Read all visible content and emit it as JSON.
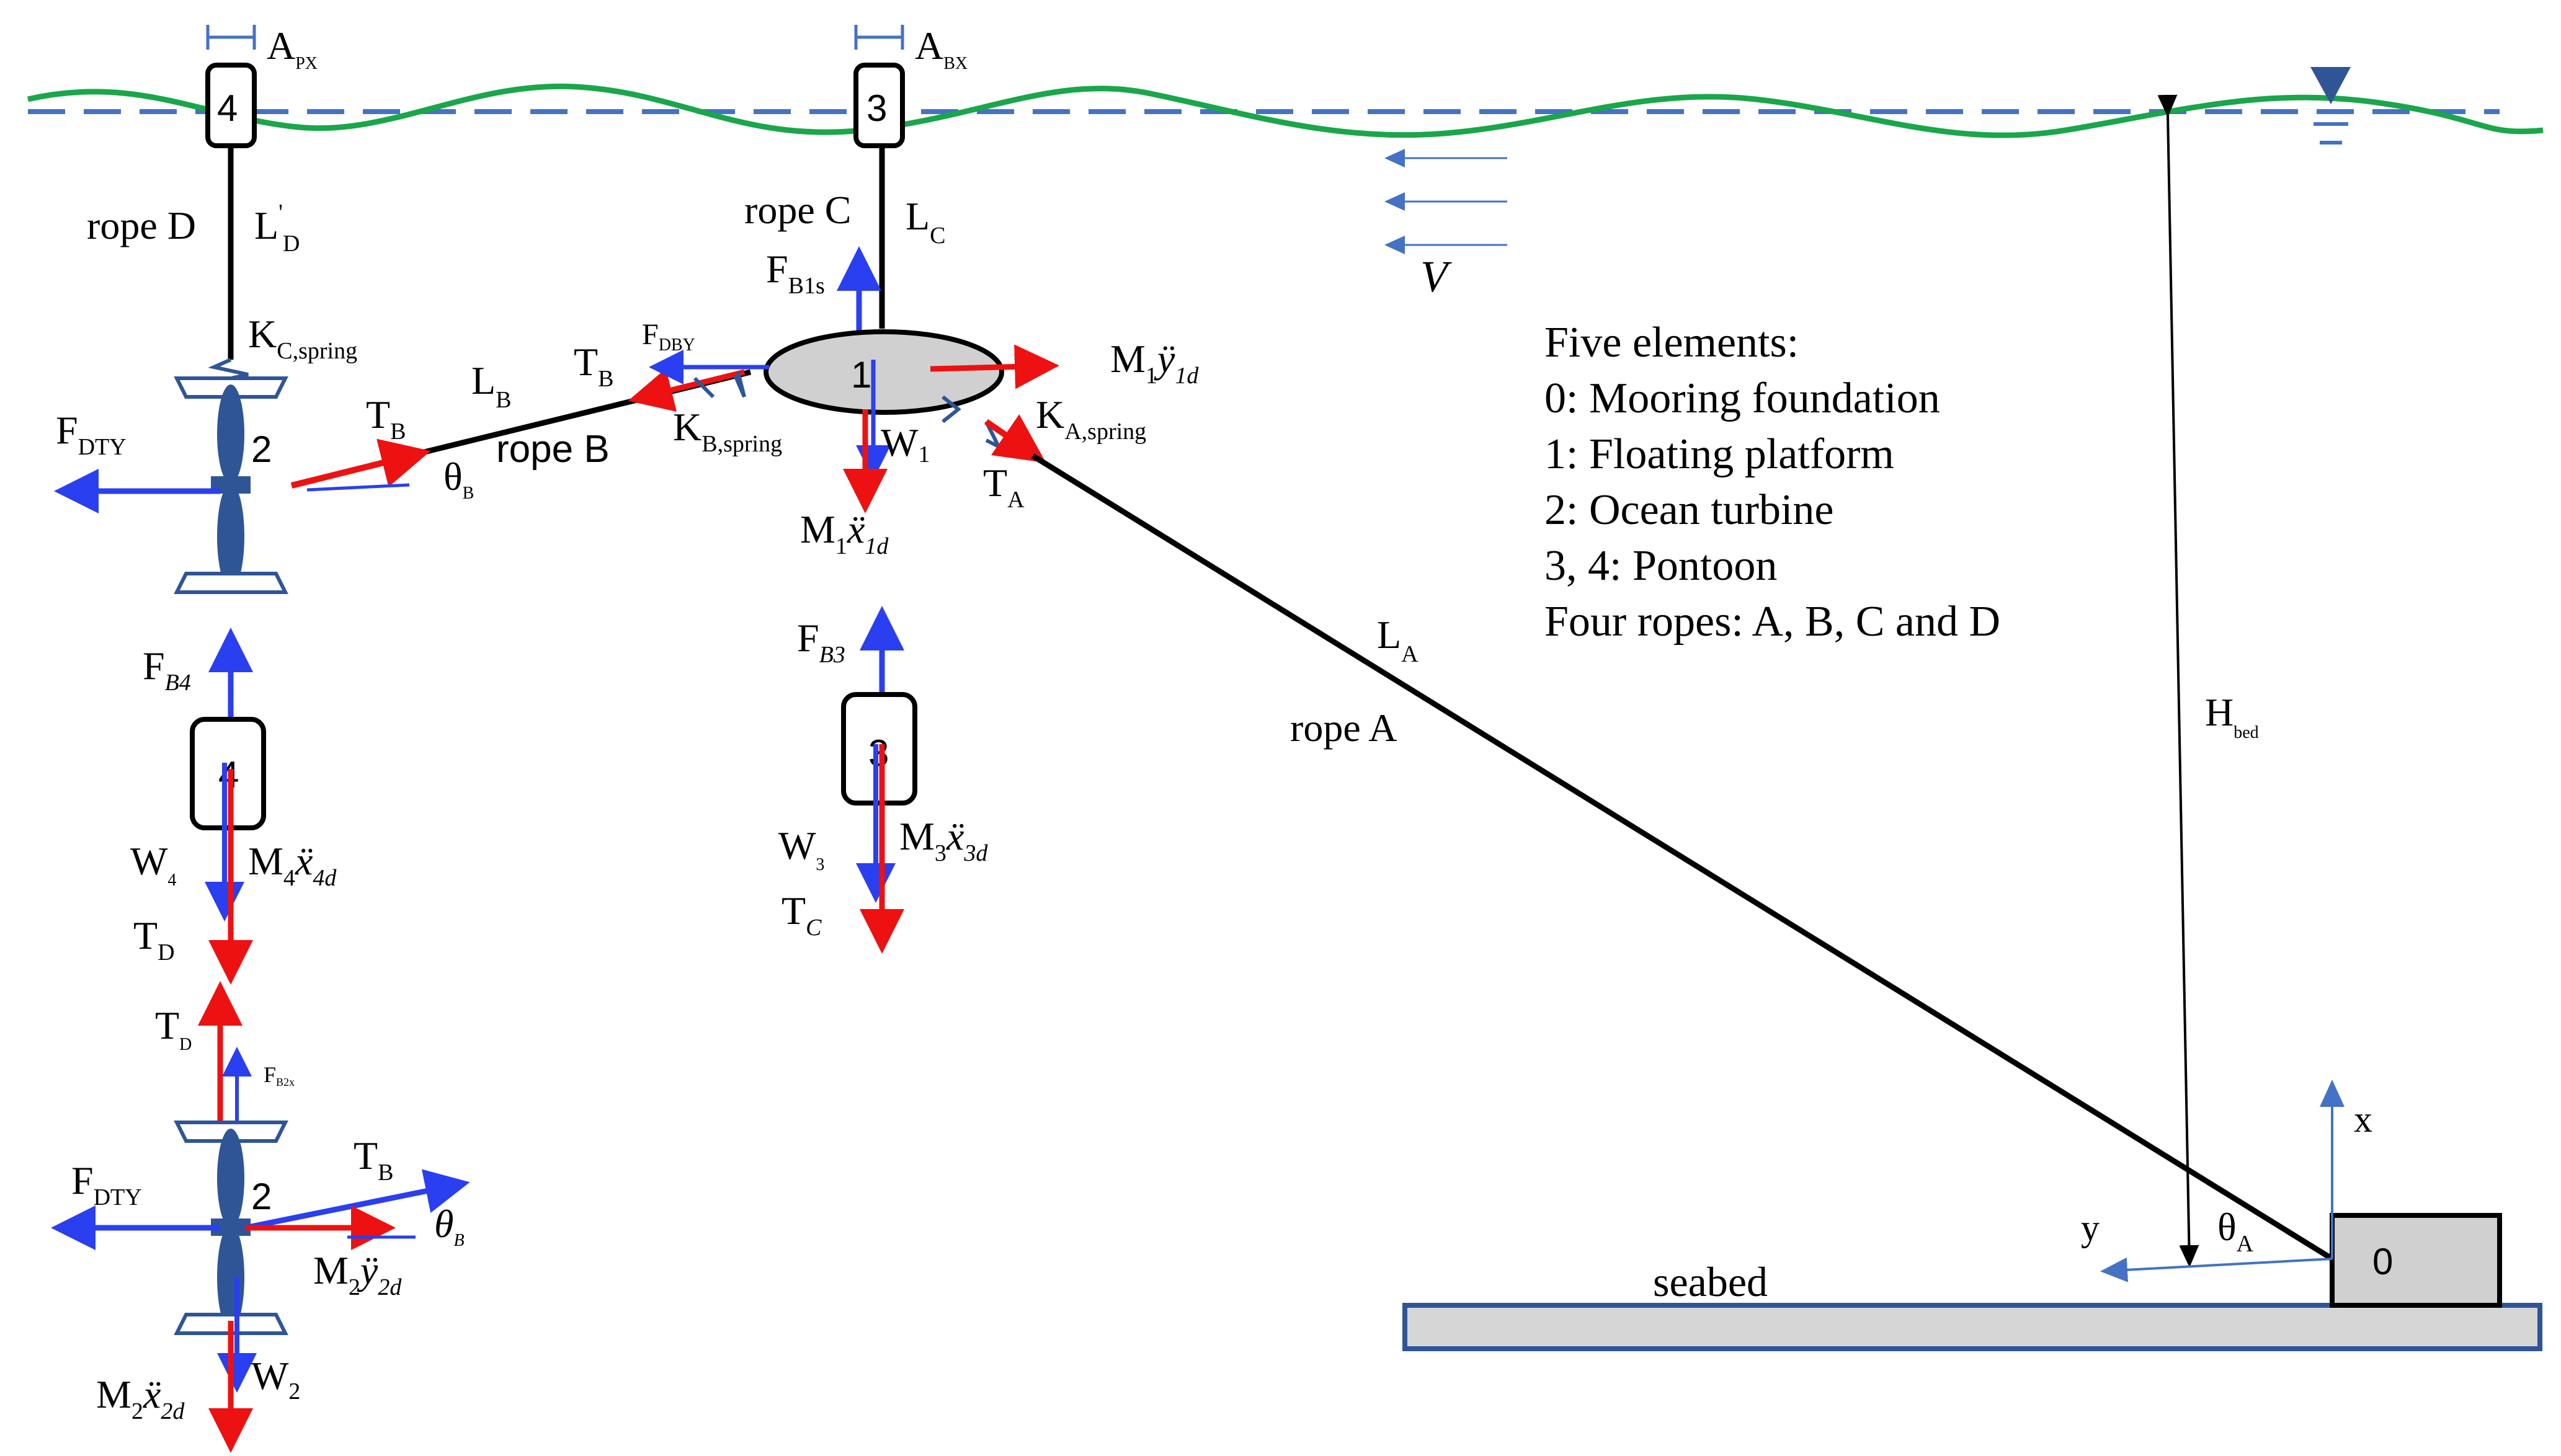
{
  "diagram": {
    "legend": {
      "title": "Five elements:",
      "items": [
        "0: Mooring foundation",
        "1: Floating platform",
        "2: Ocean turbine",
        "3, 4:  Pontoon",
        "Four ropes: A, B, C and D"
      ]
    },
    "elements": {
      "mooring": "0",
      "platform": "1",
      "turbine_top": "2",
      "turbine_bottom": "2",
      "pontoon3_surface": "3",
      "pontoon4_surface": "4",
      "pontoon3_fbd": "3",
      "pontoon4_fbd": "4"
    },
    "ropes": {
      "a": "rope A",
      "b": "rope B",
      "c": "rope C",
      "d": "rope D"
    },
    "other": {
      "seabed": "seabed",
      "velocity": "V",
      "axis_x": "x",
      "axis_y": "y"
    },
    "colors": {
      "water": "#1aa64a",
      "waterline": "#4472c4",
      "red": "#ee1111",
      "blue": "#2a3ff0",
      "gray": "#d0d0d0",
      "dark_blue": "#2f5597"
    },
    "labels": {
      "apx": {
        "m": "A",
        "s": "PX"
      },
      "abx": {
        "m": "A",
        "s": "BX"
      },
      "ld": {
        "m": "L",
        "s": "D",
        "sup": "'"
      },
      "lc": {
        "m": "L",
        "s": "C"
      },
      "lb": {
        "m": "L",
        "s": "B"
      },
      "la": {
        "m": "L",
        "s": "A"
      },
      "kc": {
        "m": "K",
        "s": "C,spring"
      },
      "kb": {
        "m": "K",
        "s": "B,spring"
      },
      "ka": {
        "m": "K",
        "s": "A,spring"
      },
      "fb1s": {
        "m": "F",
        "s": "B1s"
      },
      "fdbY": {
        "m": "F",
        "s": "DBY"
      },
      "tb_plat": {
        "m": "T",
        "s": "B"
      },
      "tb_turb": {
        "m": "T",
        "s": "B"
      },
      "tb_turb2": {
        "m": "T",
        "s": "B"
      },
      "ta": {
        "m": "T",
        "s": "A"
      },
      "thetab": {
        "m": "θ",
        "s": "B"
      },
      "thetab2": {
        "m": "θ",
        "s": "B"
      },
      "thetaa": {
        "m": "θ",
        "s": "A"
      },
      "fdty": {
        "m": "F",
        "s": "DTY"
      },
      "fdty2": {
        "m": "F",
        "s": "DTY"
      },
      "w1": {
        "m": "W",
        "s": "1"
      },
      "m1y": {
        "m": "M",
        "s": "1",
        "v": "ÿ",
        "vs": "1d"
      },
      "m1x": {
        "m": "M",
        "s": "1",
        "v": "ẍ",
        "vs": "1d"
      },
      "fb4": {
        "m": "F",
        "s": "B4"
      },
      "w4": {
        "m": "W",
        "s": "4"
      },
      "m4x": {
        "m": "M",
        "s": "4",
        "v": "ẍ",
        "vs": "4d"
      },
      "td": {
        "m": "T",
        "s": "D"
      },
      "fb3": {
        "m": "F",
        "s": "B3"
      },
      "w3": {
        "m": "W",
        "s": "3"
      },
      "m3x": {
        "m": "M",
        "s": "3",
        "v": "ẍ",
        "vs": "3d"
      },
      "tc": {
        "m": "T",
        "s": "C"
      },
      "td2": {
        "m": "T",
        "s": "D"
      },
      "fb2": {
        "m": "F",
        "s": "B2x"
      },
      "m2y": {
        "m": "M",
        "s": "2",
        "v": "ÿ",
        "vs": "2d"
      },
      "w2": {
        "m": "W",
        "s": "2"
      },
      "m2x": {
        "m": "M",
        "s": "2",
        "v": "ẍ",
        "vs": "2d"
      },
      "hbed": {
        "m": "H",
        "s": "bed"
      }
    }
  }
}
